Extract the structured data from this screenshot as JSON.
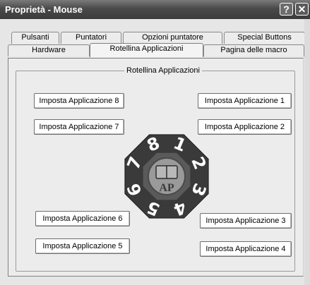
{
  "window": {
    "title": "Proprietà - Mouse",
    "help_glyph": "?",
    "close_glyph": "✕"
  },
  "tabs": {
    "row1": [
      "Pulsanti",
      "Puntatori",
      "Opzioni puntatore",
      "Special Buttons"
    ],
    "row2": [
      "Hardware",
      "Rotellina Applicazioni",
      "Pagina delle macro"
    ],
    "active": "Rotellina Applicazioni"
  },
  "group": {
    "label": "Rotellina Applicazioni"
  },
  "buttons": {
    "app1": "Imposta Applicazione 1",
    "app2": "Imposta Applicazione 2",
    "app3": "Imposta Applicazione 3",
    "app4": "Imposta Applicazione 4",
    "app5": "Imposta Applicazione 5",
    "app6": "Imposta Applicazione 6",
    "app7": "Imposta Applicazione 7",
    "app8": "Imposta Applicazione 8"
  },
  "wheel": {
    "numbers": [
      "1",
      "2",
      "3",
      "4",
      "5",
      "6",
      "7",
      "8"
    ],
    "center_label": "AP",
    "colors": {
      "outer": "#3a3a3a",
      "ring": "#5a5a5a",
      "inner": "#9a9a9a",
      "numbers": "#ffffff"
    }
  }
}
